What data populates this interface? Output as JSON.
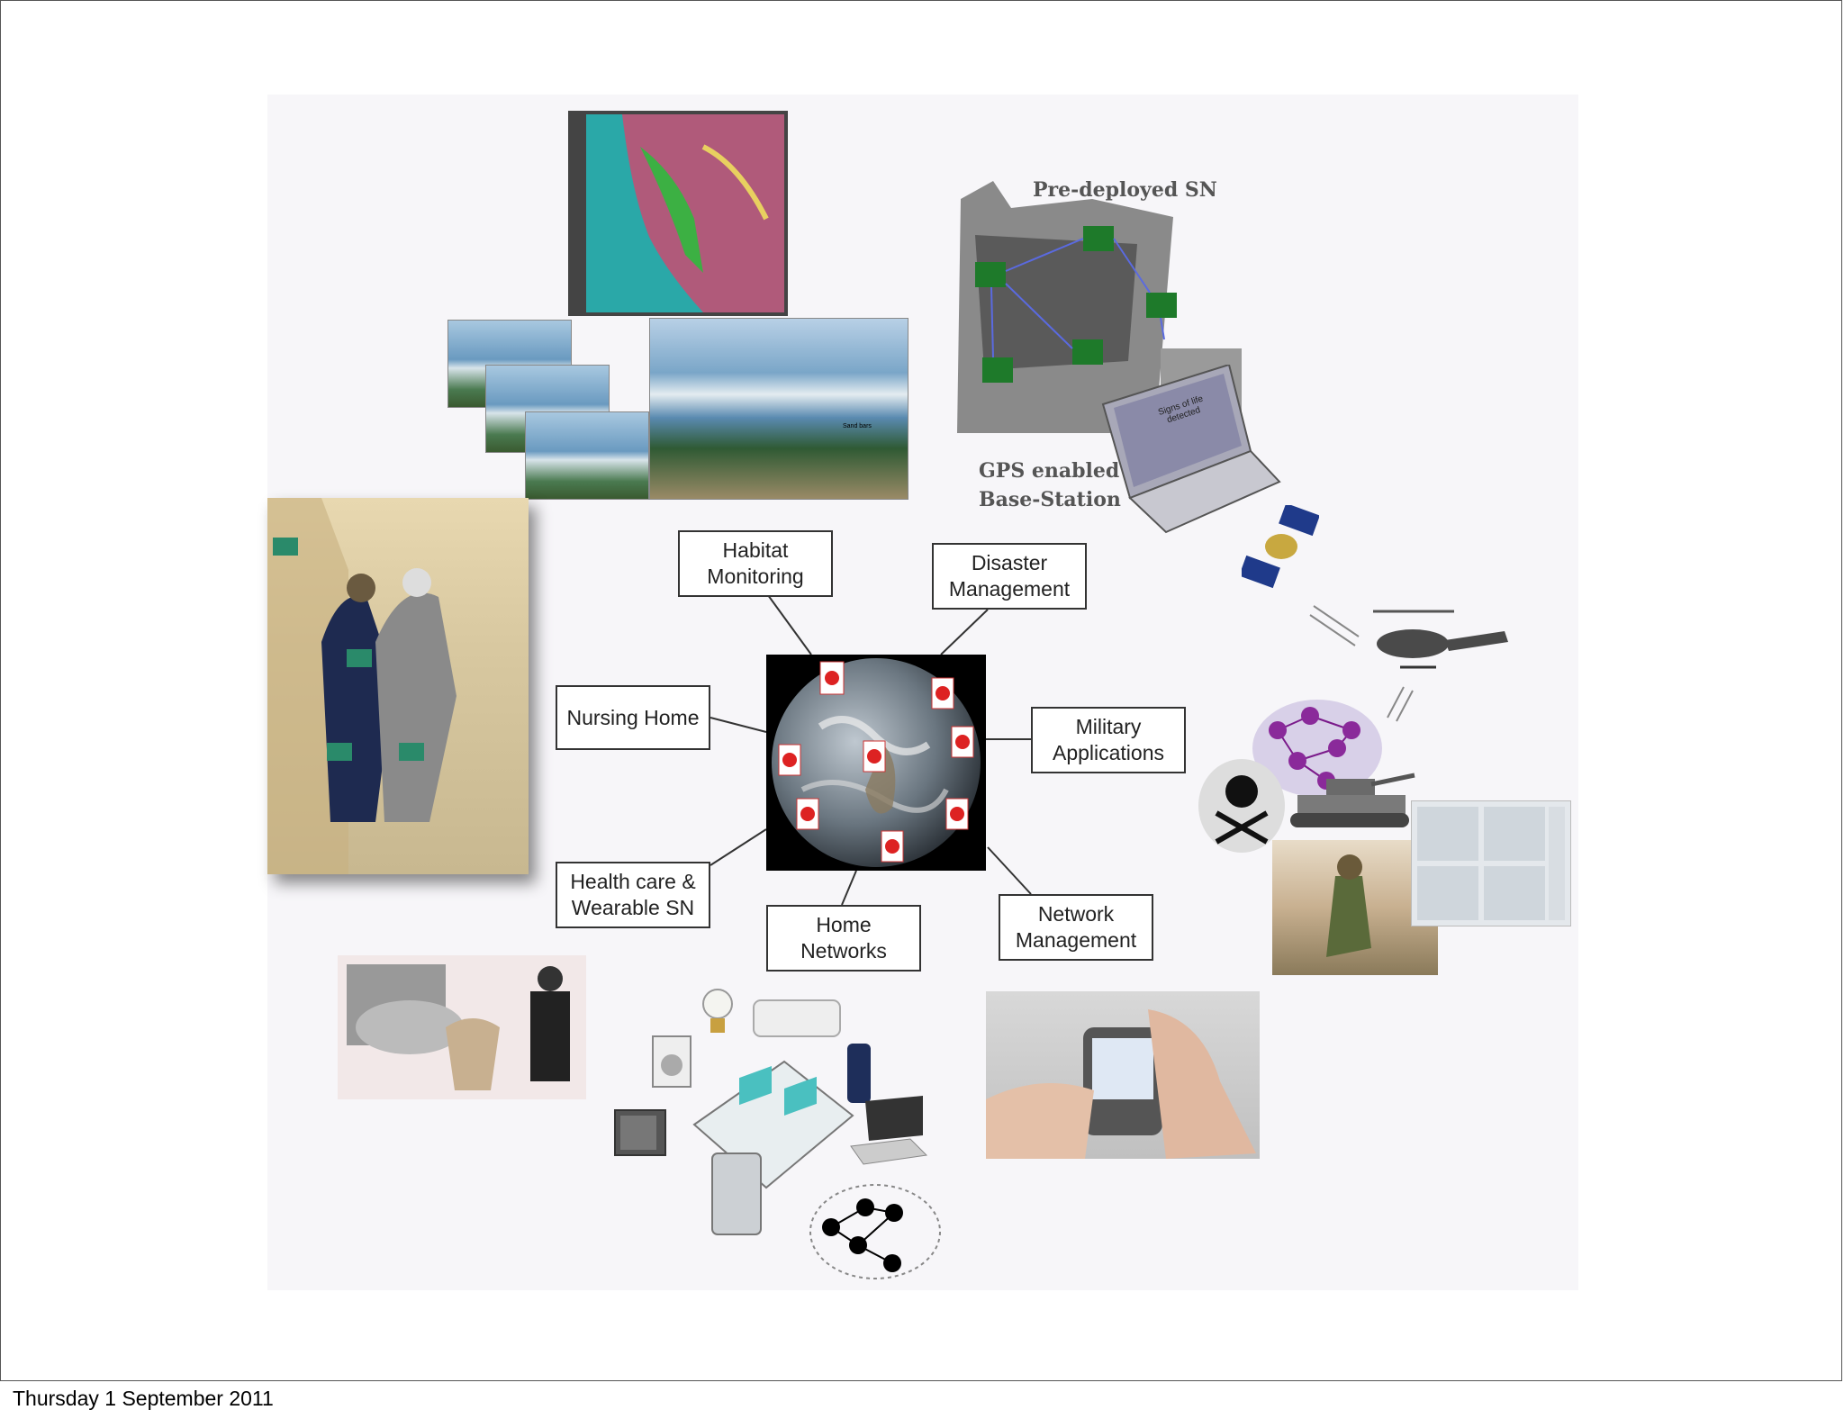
{
  "footer": {
    "date": "Thursday 1 September 2011"
  },
  "diagram": {
    "hub": {
      "icon": "earth-globe-with-sensor-nodes"
    },
    "nodes": [
      {
        "id": "habitat",
        "label": "Habitat\nMonitoring"
      },
      {
        "id": "disaster",
        "label": "Disaster\nManagement"
      },
      {
        "id": "nursing",
        "label": "Nursing Home"
      },
      {
        "id": "military",
        "label": "Military\nApplications"
      },
      {
        "id": "health",
        "label": "Health care &\nWearable SN"
      },
      {
        "id": "home",
        "label": "Home\nNetworks"
      },
      {
        "id": "network",
        "label": "Network\nManagement"
      }
    ],
    "annotations": {
      "predeployed": "Pre-deployed SN",
      "gps": "GPS enabled\nBase-Station",
      "laptop_screen": "Signs of life\ndetected",
      "sand_bars": "Sand bars"
    }
  },
  "colors": {
    "box_border": "#333333",
    "panel_bg": "#f7f6f9",
    "sensor_green": "#2e8b3a",
    "cloud_purple": "#8a2a9a"
  }
}
